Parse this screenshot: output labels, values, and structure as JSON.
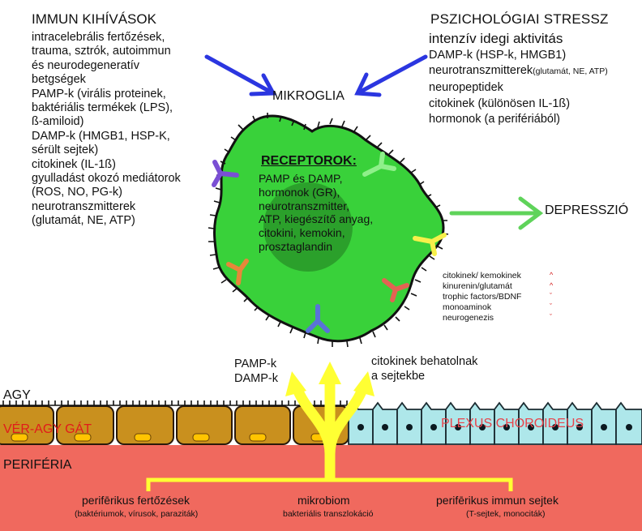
{
  "immune": {
    "title": "IMMUN KIHÍVÁSOK",
    "lines": [
      "intracelebrális fertőzések,",
      "trauma, sztrók, autoimmun",
      "és neurodegeneratív",
      "betgségek",
      "PAMP-k (virális proteinek,",
      "baktériális termékek (LPS),",
      "ß-amiloid)",
      "DAMP-k (HMGB1, HSP-K,",
      "sérült sejtek)",
      "citokinek (IL-1ß)",
      "gyulladást okozó mediátorok",
      "(ROS, NO, PG-k)",
      "neurotranszmitterek",
      "(glutamát, NE, ATP)"
    ]
  },
  "stress": {
    "title": "PSZICHOLÓGIAI  STRESSZ",
    "subtitle": "intenzív idegi aktivitás",
    "line1": "DAMP-k (HSP-k, HMGB1)",
    "line2_main": "neurotranszmitterek",
    "line2_small": "(glutamát, NE, ATP)",
    "line3": "neuropeptidek",
    "line4": "citokinek (különösen IL-1ß)",
    "line5": "hormonok (a perifériából)"
  },
  "microglia_label": "MIKROGLIA",
  "receptors": {
    "title": "RECEPTOROK:",
    "lines": [
      "PAMP és DAMP,",
      "hormonok (GR),",
      "neurotranszmitter,",
      "ATP, kiegészítő anyag,",
      "citokini, kemokin,",
      "prosztaglandin"
    ]
  },
  "depression_label": "DEPRESSZIÓ",
  "effects": [
    {
      "label": "citokinek/ kemokinek",
      "arrow": "^"
    },
    {
      "label": "kinurenin/glutamát",
      "arrow": "^"
    },
    {
      "label": "trophic factors/BDNF",
      "arrow": "ˇ"
    },
    {
      "label": "monoaminok",
      "arrow": "ˇ"
    },
    {
      "label": "neurogenezis",
      "arrow": "ˇ"
    }
  ],
  "entry_left": [
    "PAMP-k",
    "DAMP-k"
  ],
  "entry_right": [
    "citokinek behatolnak",
    "a sejtekbe"
  ],
  "layers": {
    "brain": "AGY",
    "bbb": "VÉR-AGY GÁT",
    "plexus": "PLEXUS CHOROIDEUS",
    "periphery": "PERIFÉRIA"
  },
  "sources": [
    {
      "title": "perifērikus fertőzések",
      "detail": "(baktériumok, vírusok, paraziták)"
    },
    {
      "title": "mikrobiom",
      "detail": "bakteriális transzlokáció"
    },
    {
      "title": "perifērikus immun sejtek",
      "detail": "(T-sejtek, monociták)"
    }
  ],
  "colors": {
    "blue_arrow": "#2b36e0",
    "green_arrow": "#5fd35a",
    "microglia": "#39d13a",
    "nucleus": "#2a9a2a",
    "yellow": "#ffff33",
    "bbb_cell": "#c9901e",
    "plexus_cell": "#aee7ea",
    "periphery": "#f0695e"
  }
}
